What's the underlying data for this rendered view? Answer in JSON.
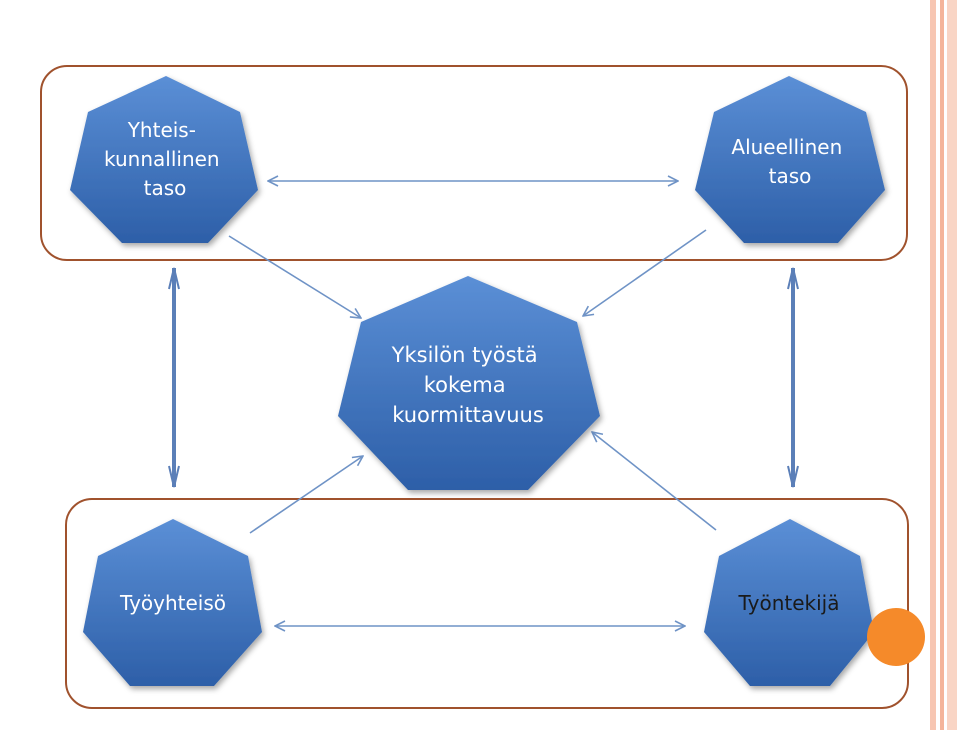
{
  "nodes": {
    "community": [
      "Yhteis-",
      "kunnallinen",
      "taso"
    ],
    "regional": [
      "Alueellinen",
      "taso"
    ],
    "center": [
      "Yksilön työstä",
      "kokema",
      "kuormittavuus"
    ],
    "workplace": [
      "Työyhteisö"
    ],
    "employee": [
      "Työntekijä"
    ]
  },
  "colors": {
    "node_fill_top": "#5b8fd6",
    "node_fill_bottom": "#2d5fa8",
    "frame_stroke": "#a0522d",
    "arrow_thin": "#6f93c6",
    "arrow_thick": "#5b7fb8",
    "right_stripe": "#f4b49a",
    "dot_fill": "#f58a2a"
  }
}
